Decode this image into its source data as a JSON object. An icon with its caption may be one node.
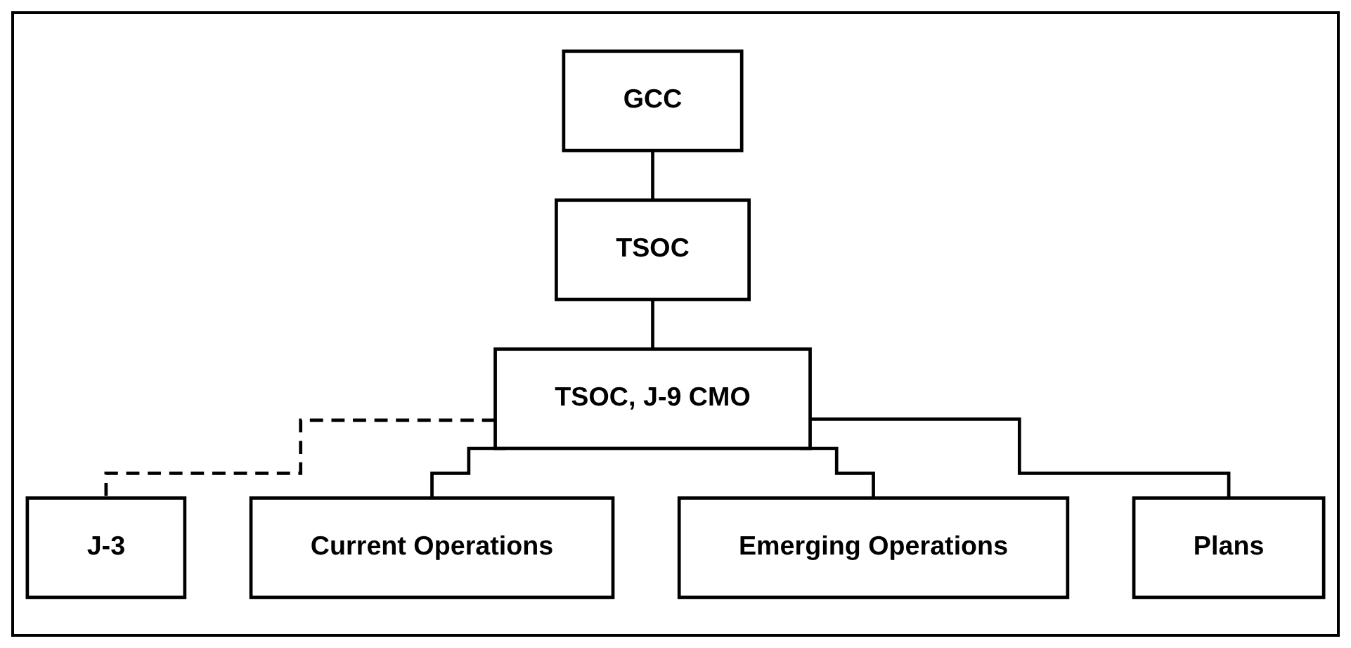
{
  "diagram": {
    "nodes": [
      {
        "text": [
          "GCC"
        ]
      },
      {
        "text": [
          "TSOC"
        ]
      },
      {
        "text": [
          "TSOC, J-9 CMO"
        ]
      },
      {
        "text": [
          "J-3"
        ]
      },
      {
        "text": [
          "Current Operations"
        ]
      },
      {
        "text": [
          "Emerging Operations"
        ]
      },
      {
        "text": [
          "Plans"
        ]
      }
    ],
    "edges": [
      {
        "from": 0,
        "to": 1,
        "arrow": "none"
      },
      {
        "from": 1,
        "to": 2,
        "arrow": "none"
      },
      {
        "from": 2,
        "to": 3,
        "arrow": "none",
        "style": "dashed"
      },
      {
        "from": 2,
        "to": 4,
        "arrow": "none"
      },
      {
        "from": 2,
        "to": 5,
        "arrow": "none"
      },
      {
        "from": 2,
        "to": 6,
        "arrow": "none"
      }
    ]
  }
}
